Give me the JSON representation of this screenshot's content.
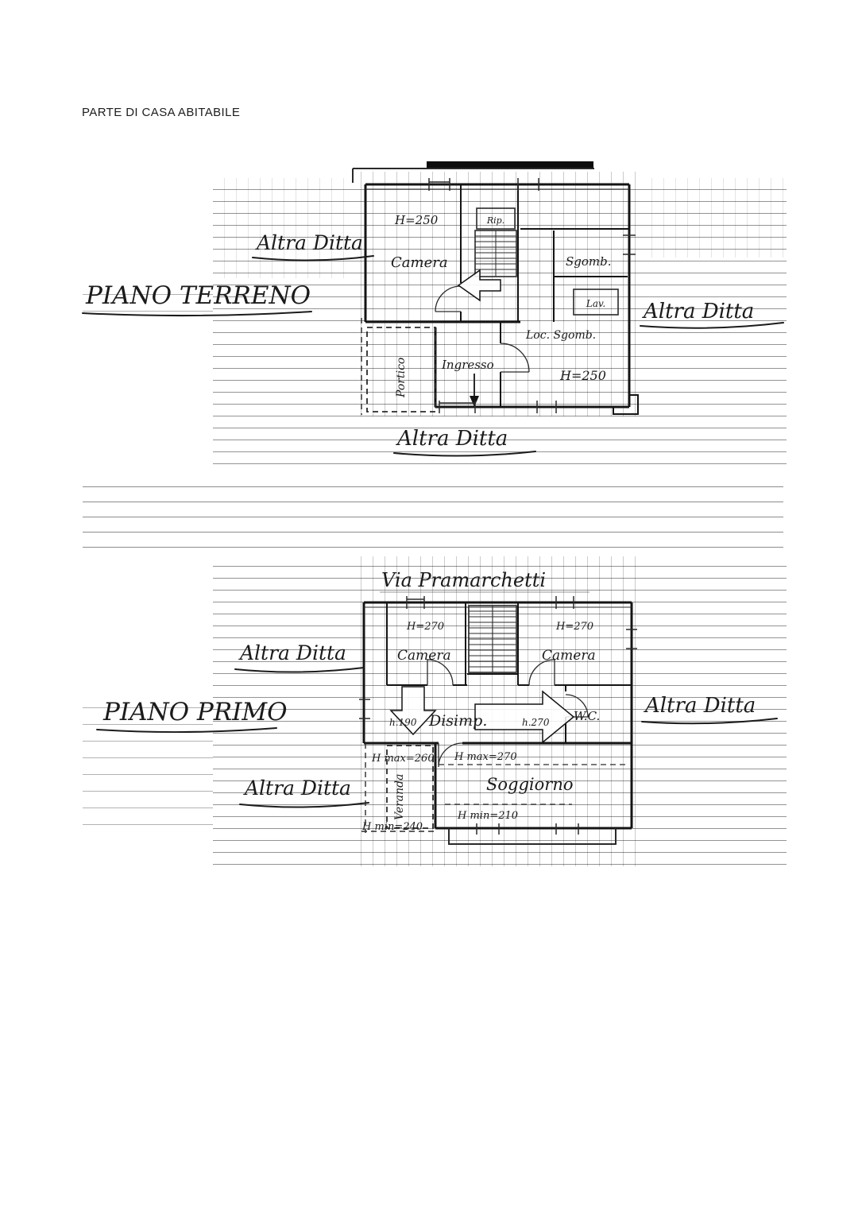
{
  "page": {
    "title": "PARTE DI CASA ABITABILE"
  },
  "ground_floor": {
    "floor_label": "PIANO TERRENO",
    "neighbor_left": "Altra Ditta",
    "neighbor_right": "Altra Ditta",
    "neighbor_bottom": "Altra Ditta",
    "camera_height": "H=250",
    "camera": "Camera",
    "rip": "Rip.",
    "sgomb": "Sgomb.",
    "lav": "Lav.",
    "loc_sgomb": "Loc. Sgomb.",
    "loc_sgomb_height": "H=250",
    "ingresso": "Ingresso",
    "portico": "Portico"
  },
  "first_floor": {
    "street_label": "Via Pramarchetti",
    "floor_label": "PIANO PRIMO",
    "neighbor_left": "Altra Ditta",
    "neighbor_right": "Altra Ditta",
    "neighbor_bottom_left": "Altra Ditta",
    "camera_left_height": "H=270",
    "camera_left": "Camera",
    "camera_right_height": "H=270",
    "camera_right": "Camera",
    "disimp_height_left": "h.190",
    "disimp": "Disimp.",
    "disimp_height_right": "h.270",
    "wc": "W.C.",
    "veranda": "Veranda",
    "veranda_height_max": "H max=260",
    "veranda_height_min": "H min=240",
    "soggiorno_height_max": "H max=270",
    "soggiorno": "Soggiorno",
    "soggiorno_height_min": "H min=210"
  }
}
